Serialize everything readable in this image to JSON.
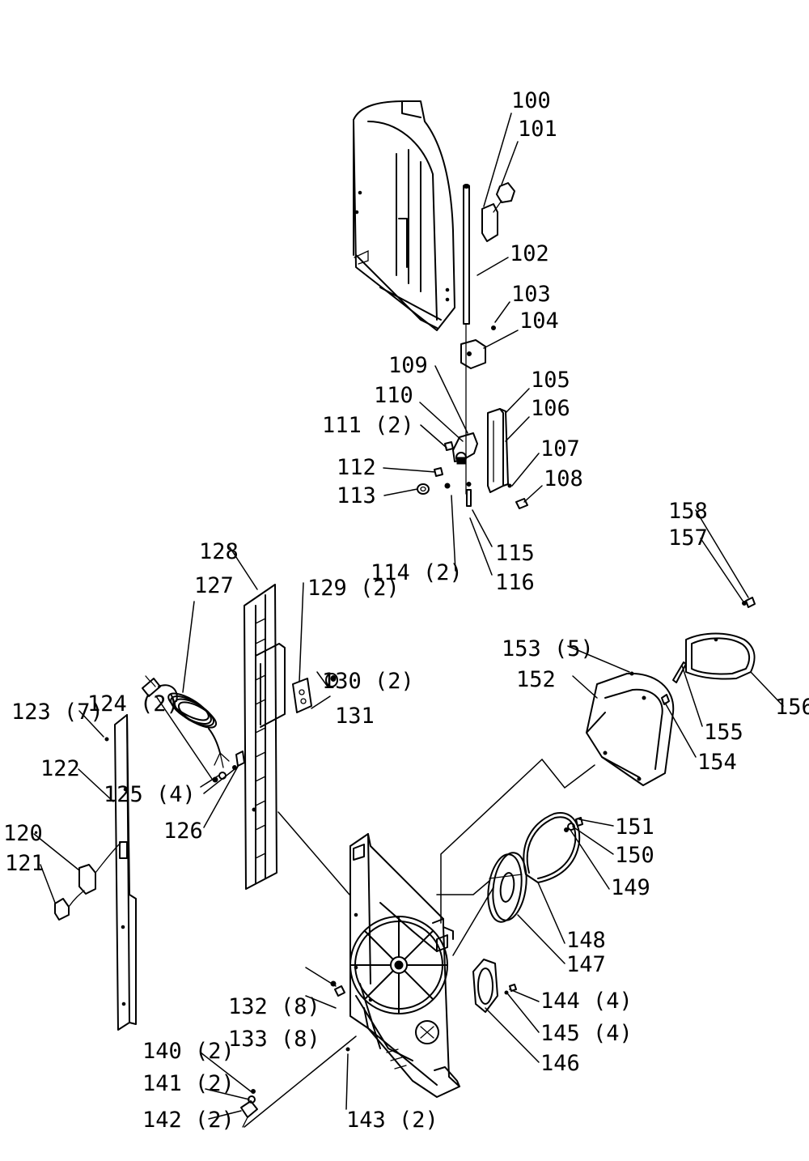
{
  "labels": {
    "p100": "100",
    "p101": "101",
    "p102": "102",
    "p103": "103",
    "p104": "104",
    "p105": "105",
    "p106": "106",
    "p107": "107",
    "p108": "108",
    "p109": "109",
    "p110": "110",
    "p111": "111 (2)",
    "p112": "112",
    "p113": "113",
    "p114": "114 (2)",
    "p115": "115",
    "p116": "116",
    "p120": "120",
    "p121": "121",
    "p122": "122",
    "p123": "123 (7)",
    "p124": "124 (2)",
    "p125": "125 (4)",
    "p126": "126",
    "p127": "127",
    "p128": "128",
    "p129": "129 (2)",
    "p130": "130 (2)",
    "p131": "131",
    "p132": "132 (8)",
    "p133": "133 (8)",
    "p140": "140 (2)",
    "p141": "141 (2)",
    "p142": "142 (2)",
    "p143": "143 (2)",
    "p144": "144 (4)",
    "p145": "145 (4)",
    "p146": "146",
    "p147": "147",
    "p148": "148",
    "p149": "149",
    "p150": "150",
    "p151": "151",
    "p152": "152",
    "p153": "153 (5)",
    "p154": "154",
    "p155": "155",
    "p156": "156",
    "p157": "157",
    "p158": "158"
  }
}
